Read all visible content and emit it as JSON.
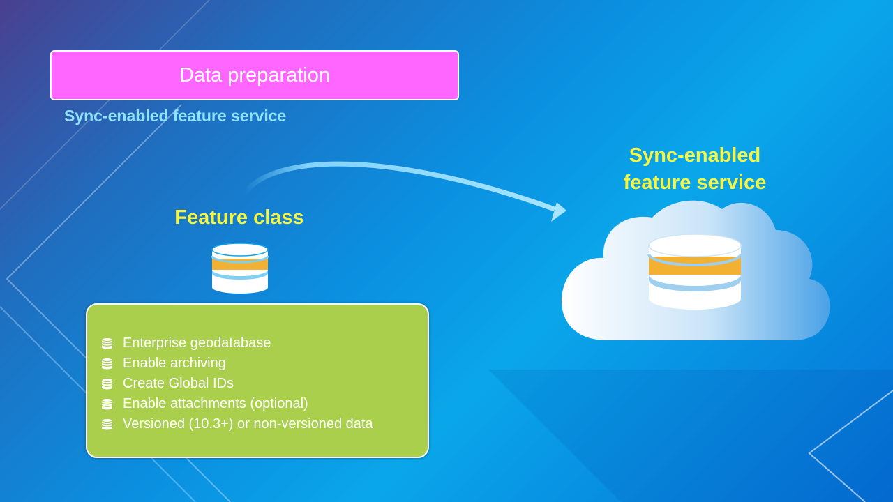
{
  "slide": {
    "title": "Data preparation",
    "subtitle": "Sync-enabled feature service"
  },
  "source": {
    "label": "Feature class",
    "icon": "database-icon"
  },
  "target": {
    "label_line1": "Sync-enabled",
    "label_line2": "feature service",
    "icon": "cloud-database-icon"
  },
  "requirements": {
    "items": [
      "Enterprise geodatabase",
      "Enable archiving",
      "Create Global IDs",
      "Enable attachments (optional)",
      "Versioned (10.3+) or non-versioned data"
    ],
    "bullet_icon": "database-bullet-icon"
  },
  "colors": {
    "title_bg": "#ff66ff",
    "subtitle": "#8ee3ff",
    "label": "#f5f542",
    "requirements_bg": "#a9cf4c",
    "db_band": "#f2b132"
  }
}
